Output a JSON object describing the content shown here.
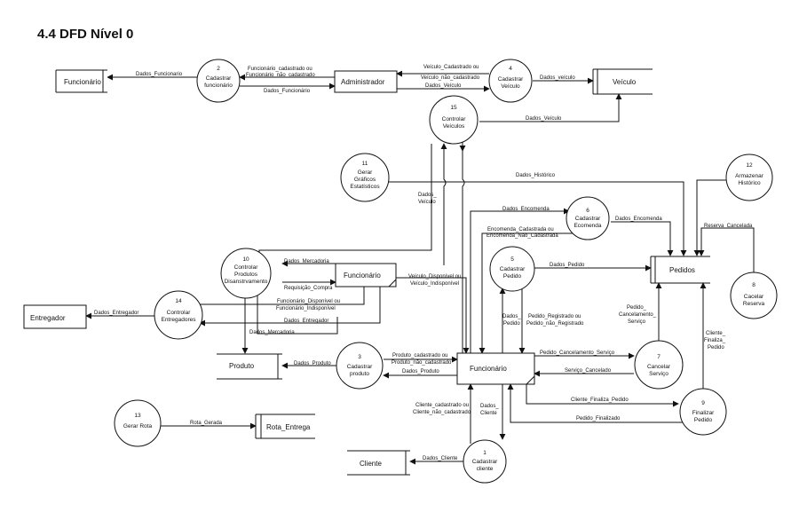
{
  "title": "4.4 DFD Nível 0",
  "stores": {
    "funcionario": "Funcionário",
    "veiculo": "Veículo",
    "pedidos": "Pedidos",
    "produto": "Produto",
    "cliente": "Cliente",
    "rota_entrega": "Rota_Entrega"
  },
  "entities": {
    "administrador": "Administrador",
    "funcionario_top": "Funcionário",
    "funcionario_main": "Funcionário",
    "entregador": "Entregador"
  },
  "processes": {
    "p1": {
      "num": "1",
      "l1": "Cadastrar",
      "l2": "cliente",
      "l3": ""
    },
    "p2": {
      "num": "2",
      "l1": "Cadastrar",
      "l2": "funcionário",
      "l3": ""
    },
    "p3": {
      "num": "3",
      "l1": "Cadastrar",
      "l2": "produto",
      "l3": ""
    },
    "p4": {
      "num": "4",
      "l1": "Cadastrar",
      "l2": "Veículo",
      "l3": ""
    },
    "p5": {
      "num": "5",
      "l1": "Cadastrar",
      "l2": "Pedido",
      "l3": ""
    },
    "p6": {
      "num": "6",
      "l1": "Cadastrar",
      "l2": "Ecomenda",
      "l3": ""
    },
    "p7": {
      "num": "7",
      "l1": "Cancelar",
      "l2": "Serviço",
      "l3": ""
    },
    "p8": {
      "num": "8",
      "l1": "Cacelar",
      "l2": "Reserva",
      "l3": ""
    },
    "p9": {
      "num": "9",
      "l1": "Finalizar",
      "l2": "Pedido",
      "l3": ""
    },
    "p10": {
      "num": "10",
      "l1": "Controlar",
      "l2": "Produtos",
      "l3": "Disanstrvamento"
    },
    "p11": {
      "num": "11",
      "l1": "Gerar",
      "l2": "Gráficos",
      "l3": "Estatísticos"
    },
    "p12": {
      "num": "12",
      "l1": "Armazenar",
      "l2": "Histórico",
      "l3": ""
    },
    "p13": {
      "num": "13",
      "l1": "Gerar Rota",
      "l2": "",
      "l3": ""
    },
    "p14": {
      "num": "14",
      "l1": "Controlar",
      "l2": "Entregadores",
      "l3": ""
    },
    "p15": {
      "num": "15",
      "l1": "Controlar",
      "l2": "Veículos",
      "l3": ""
    }
  },
  "flows": {
    "dados_funcionario_store": "Dados_Funcionario",
    "func_cad_1": "Funcionário_cadastrado ou",
    "func_cad_2": "Funcionário_não_cadastrado",
    "dados_funcionario_adm": "Dados_Funcionário",
    "veic_cad_1": "Veículo_Cadastrado ou",
    "veic_cad_2": "Veículo_não_cadastrado",
    "dados_veiculo_adm": "Dados_Veículo",
    "dados_veiculo_4": "Dados_veículo",
    "dados_veiculo_15": "Dados_Veículo",
    "dados_historico": "Dados_Histórico",
    "dados_veiculo_v1": "Dados_",
    "dados_veiculo_v2": "Veículo",
    "dados_encomenda_in": "Dados_Encomenda",
    "dados_encomenda_out": "Dados_Encomenda",
    "encomenda_cad_1": "Encomenda_Cadastrada ou",
    "encomenda_cad_2": "Encomenda_Não_Cadastrada",
    "reserva_cancelada": "Reserva_Cancelada",
    "dados_mercadoria": "Dados_Mercadoria",
    "requisicao_compra": "Requisição_Compra",
    "veiculo_disp_1": "Veículo_Disponível ou",
    "veiculo_disp_2": "Veículo_Indisponível",
    "dados_pedido": "Dados_Pedido",
    "dados_entregador_out": "Dados_Entregador",
    "func_disp_1": "Funcionário_Disponível ou",
    "func_disp_2": "Funcionário_Indisponível",
    "dados_entregador_in": "Dados_Entregador",
    "dados_mercadoria_2": "Dados_Mercadoria",
    "dados_pedido_v1": "Dados_",
    "dados_pedido_v2": "Pedido",
    "pedido_reg_1": "Pedido_Registrado ou",
    "pedido_reg_2": "Pedido_não_Registrado",
    "ped_canc_1": "Pedido_",
    "ped_canc_2": "Cancelamento_",
    "ped_canc_3": "Serviço",
    "cliente_fin_1": "Cliente_",
    "cliente_fin_2": "Finaliza_",
    "cliente_fin_3": "Pedido",
    "dados_produto_store": "Dados_Produto",
    "produto_cad_1": "Produto_cadastrado ou",
    "produto_cad_2": "Produto_não_cadastrado",
    "dados_produto_in": "Dados_Produto",
    "pedido_cancelamento_servico": "Pedido_Cancelamento_Serviço",
    "servico_cancelado": "Serviço_Cancelado",
    "cliente_finaliza_pedido": "Cliente_Finaliza_Pedido",
    "pedido_finalizado": "Pedido_Finalizado",
    "cliente_cad_1": "Cliente_cadastrado ou",
    "cliente_cad_2": "Cliente_não_cadastrado",
    "dados_cliente_v1": "Dados_",
    "dados_cliente_v2": "Cliente",
    "dados_cliente_store": "Dados_Cliente",
    "rota_gerada": "Rota_Gerada"
  }
}
